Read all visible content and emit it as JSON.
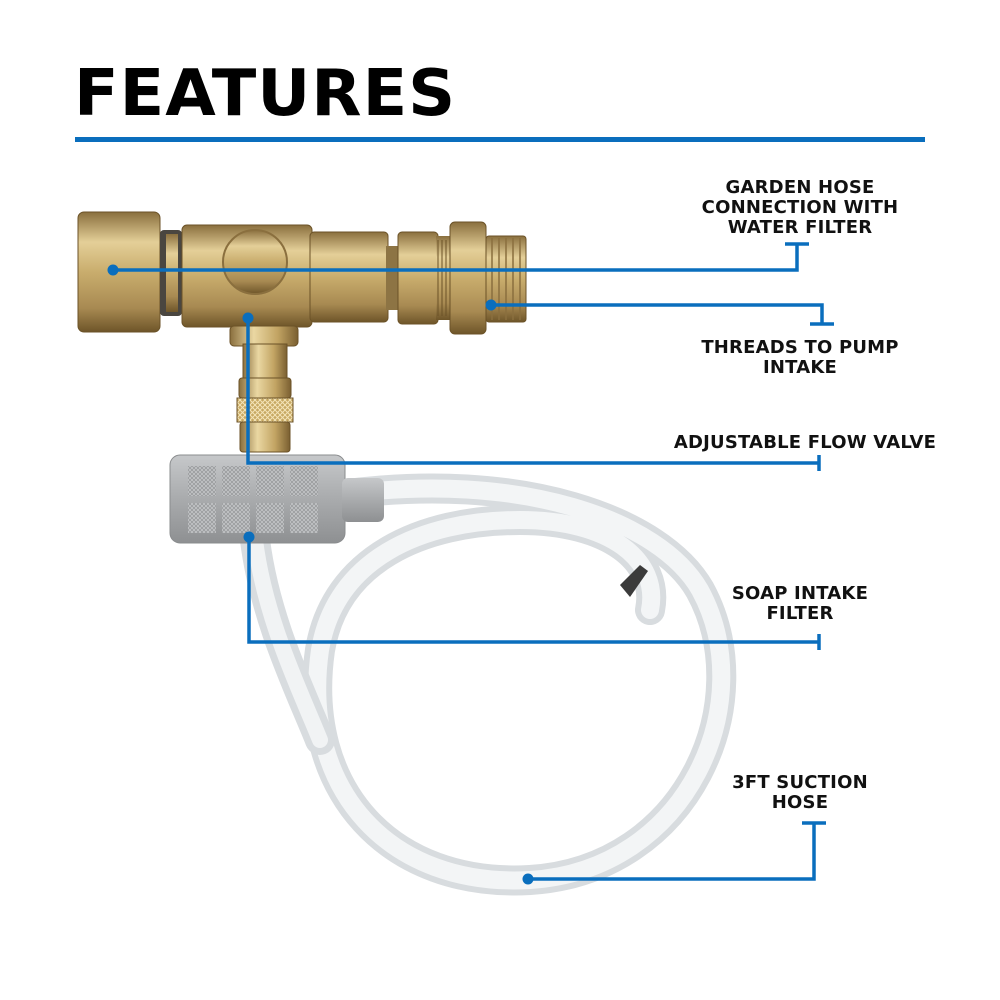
{
  "header": {
    "title": "FEATURES",
    "rule_color": "#0a6ebd"
  },
  "colors": {
    "accent": "#0a6ebd",
    "text": "#111111",
    "brass": "#c8a866",
    "filter_gray": "#a9abad",
    "hose": "#e6e9ec"
  },
  "callouts": [
    {
      "id": "garden-hose",
      "lines": [
        "GARDEN HOSE",
        "CONNECTION WITH",
        "WATER FILTER"
      ]
    },
    {
      "id": "threads",
      "lines": [
        "THREADS TO PUMP",
        "INTAKE"
      ]
    },
    {
      "id": "flow-valve",
      "lines": [
        "ADJUSTABLE FLOW VALVE"
      ]
    },
    {
      "id": "soap-filter",
      "lines": [
        "SOAP INTAKE",
        "FILTER"
      ]
    },
    {
      "id": "suction-hose",
      "lines": [
        "3FT SUCTION",
        "HOSE"
      ]
    }
  ]
}
